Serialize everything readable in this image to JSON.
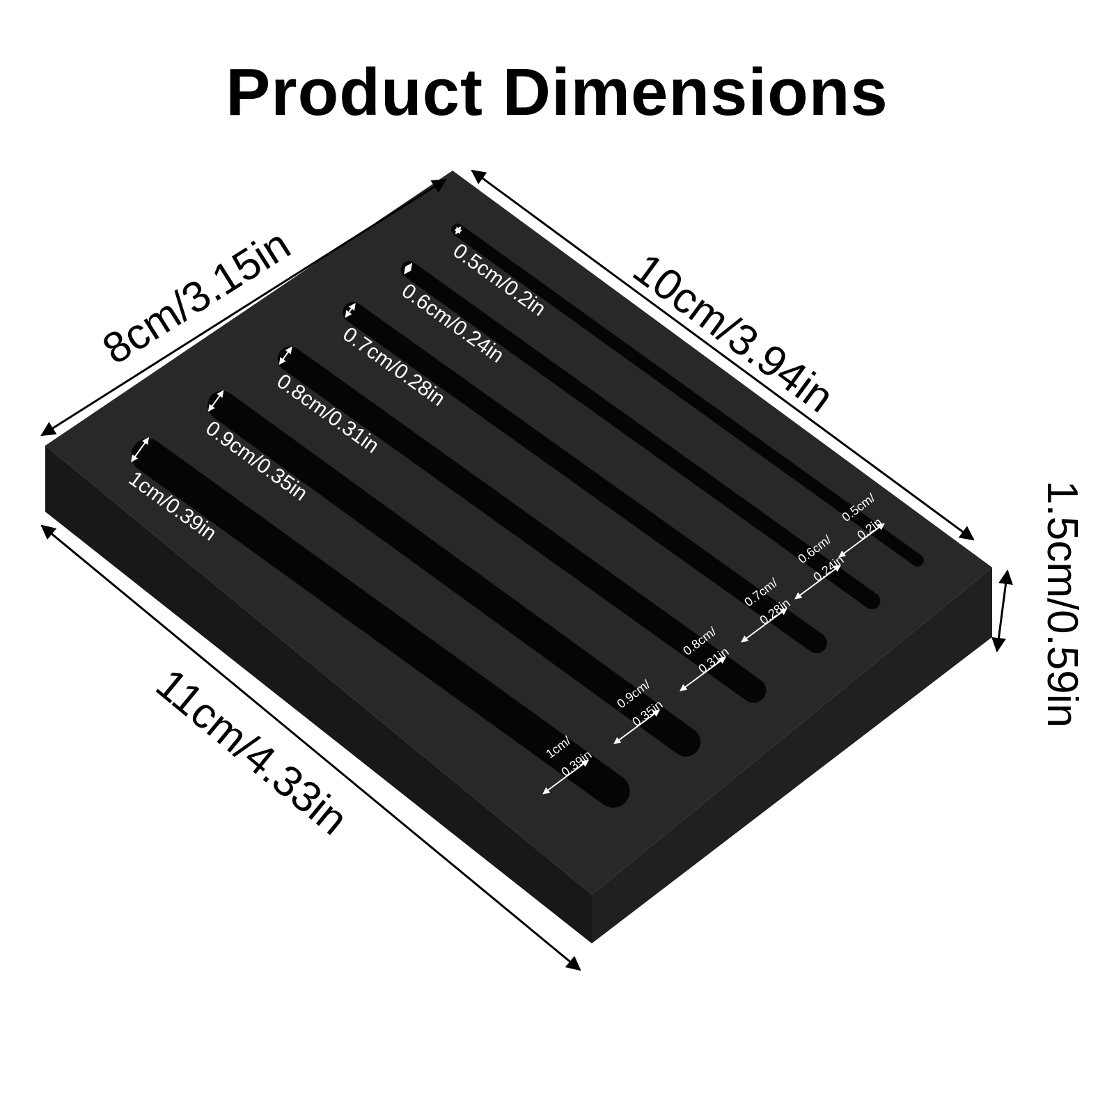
{
  "title": "Product Dimensions",
  "colors": {
    "mold_top": "#272727",
    "mold_side": "#1f1f1f",
    "mold_front": "#181818",
    "channel": "#050505",
    "text_on_mold": "#ffffff",
    "arrow": "#000000"
  },
  "dimensions": {
    "width": "8cm/3.15in",
    "length": "10cm/3.94in",
    "diagonal_length": "11cm/4.33in",
    "height": "1.5cm/0.59in"
  },
  "channels": [
    {
      "label": "0.5cm/0.2in",
      "end_top": "0.5cm/",
      "end_bottom": "0.2in"
    },
    {
      "label": "0.6cm/0.24in",
      "end_top": "0.6cm/",
      "end_bottom": "0.24in"
    },
    {
      "label": "0.7cm/0.28in",
      "end_top": "0.7cm/",
      "end_bottom": "0.28in"
    },
    {
      "label": "0.8cm/0.31in",
      "end_top": "0.8cm/",
      "end_bottom": "0.31in"
    },
    {
      "label": "0.9cm/0.35in",
      "end_top": "0.9cm/",
      "end_bottom": "0.35in"
    },
    {
      "label": "1cm/0.39in",
      "end_top": "1cm/",
      "end_bottom": "0.39in"
    }
  ]
}
